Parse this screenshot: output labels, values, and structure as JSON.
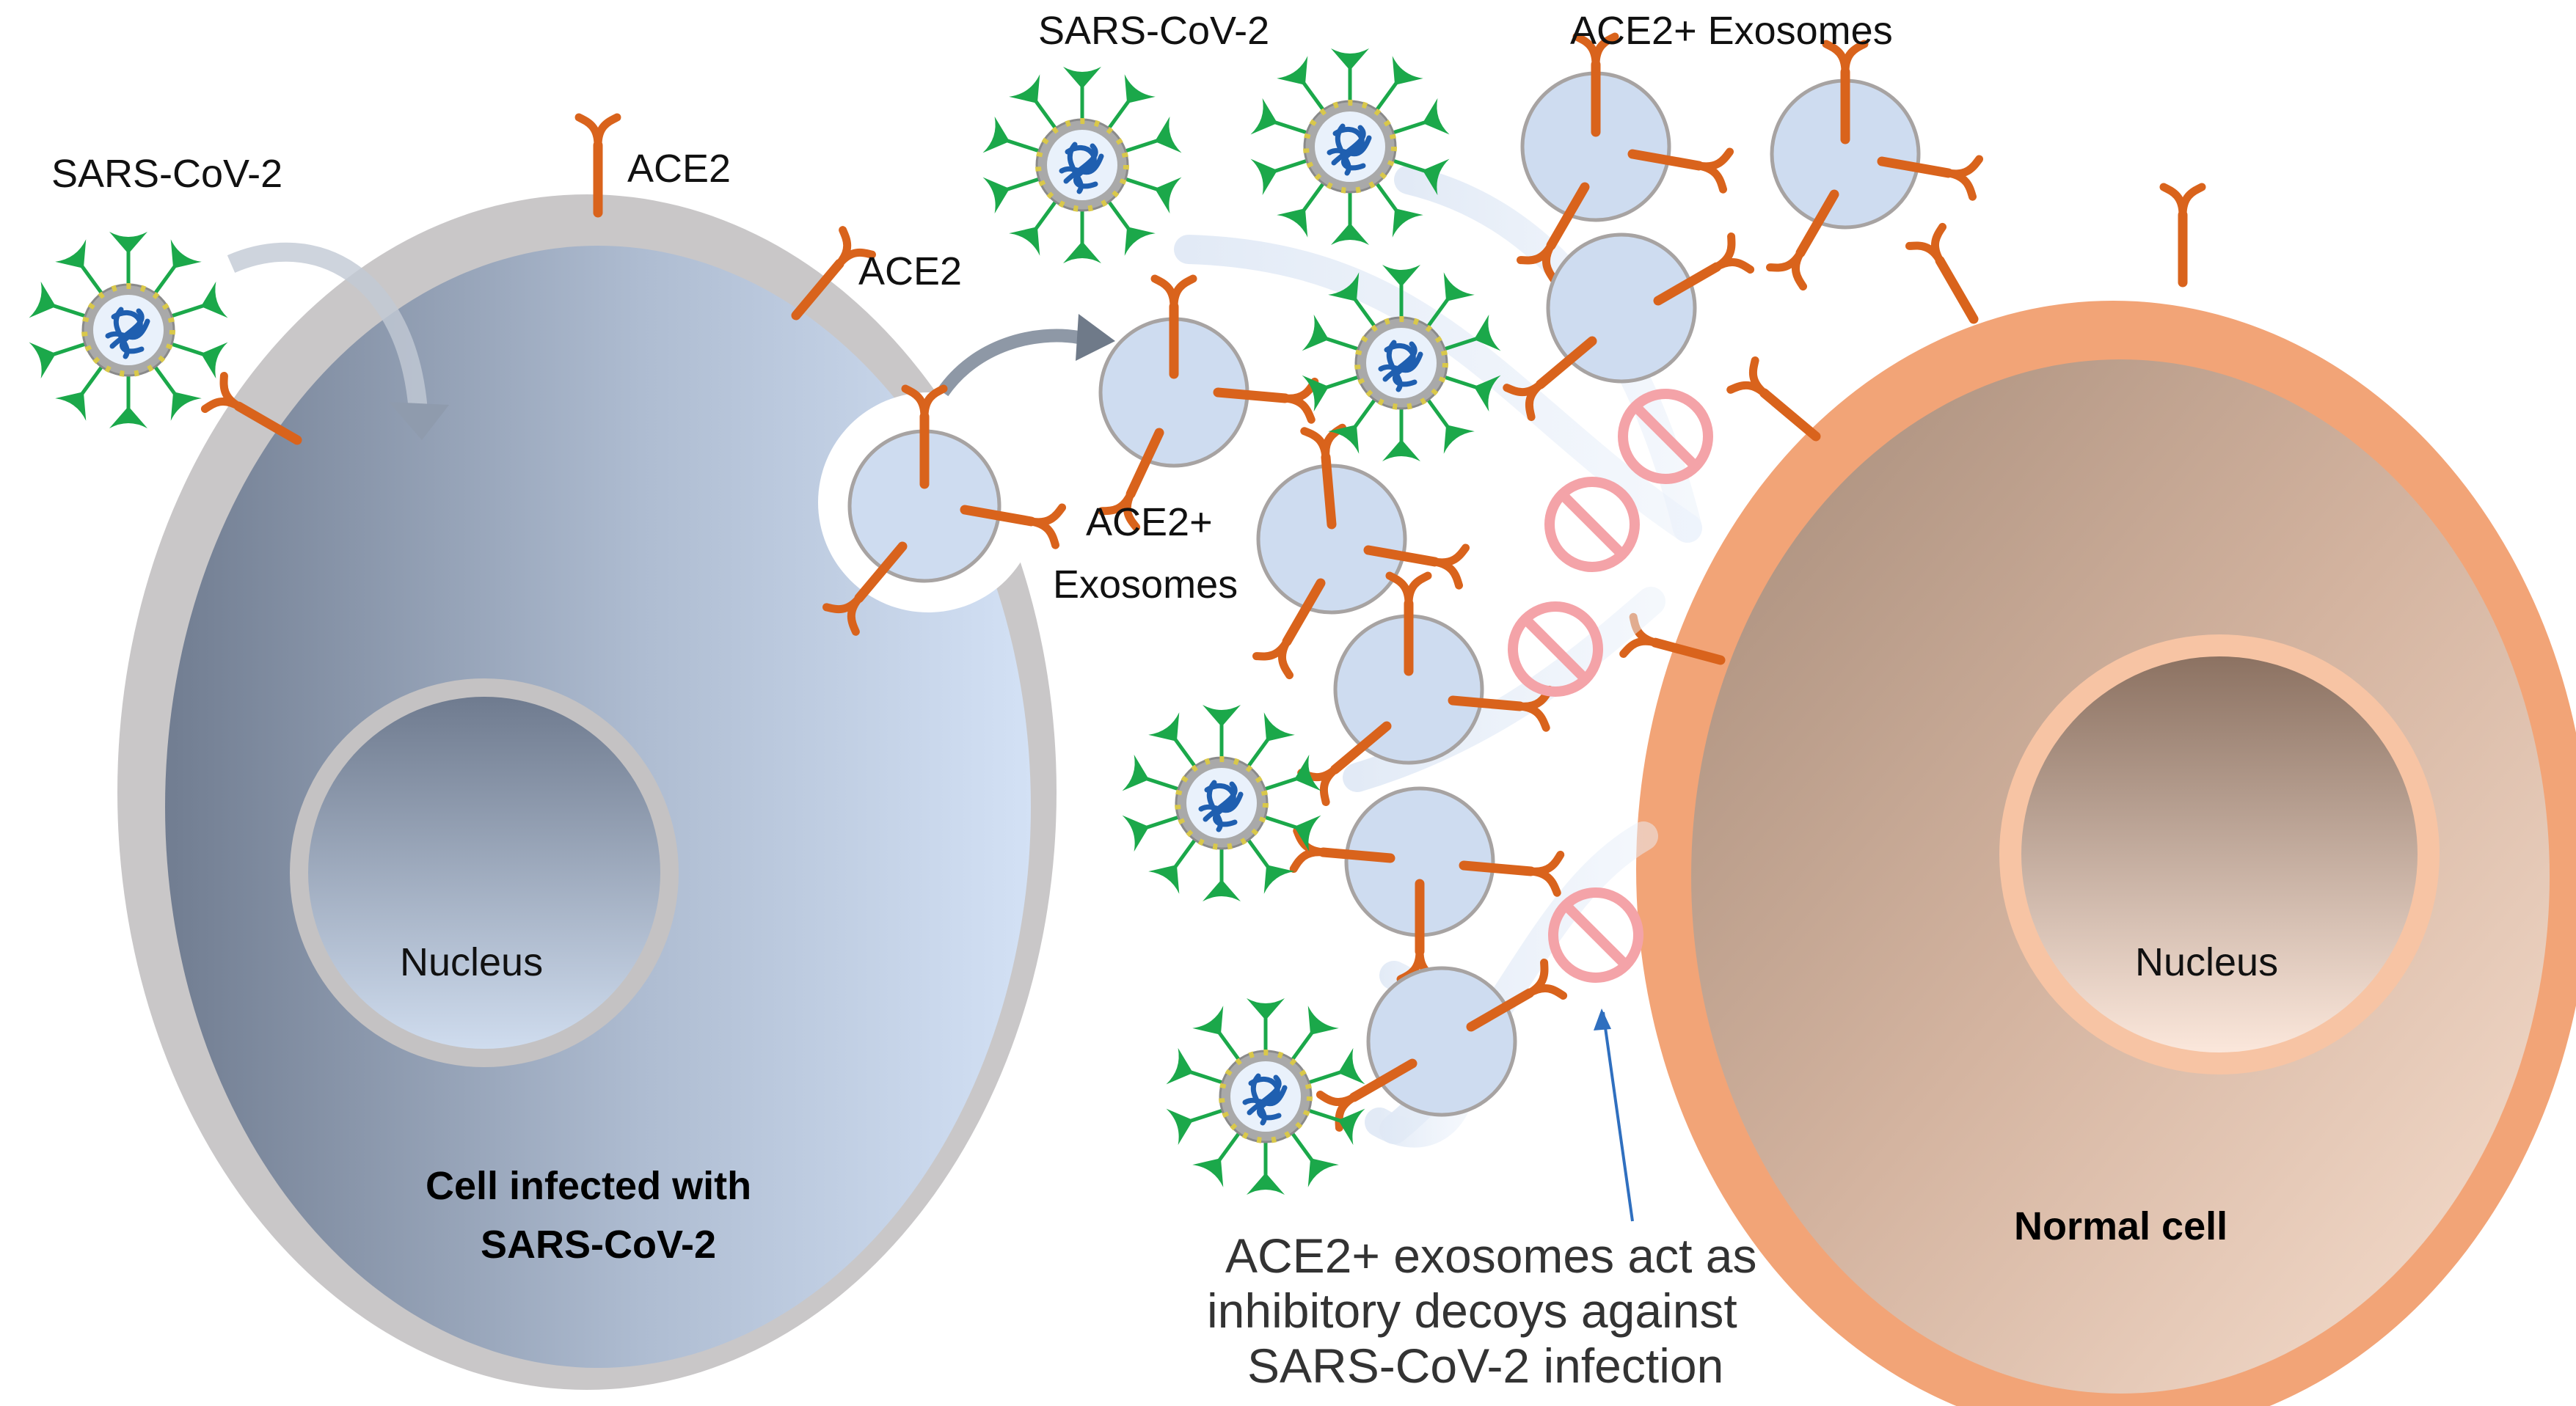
{
  "labels": {
    "virus_left": "SARS-CoV-2",
    "ace2_top": "ACE2",
    "ace2_side": "ACE2",
    "virus_top": "SARS-CoV-2",
    "exosomes_top": "ACE2+ Exosomes",
    "exosomes_mid_line1": "ACE2+",
    "exosomes_mid_line2": "Exosomes",
    "nucleus_left": "Nucleus",
    "nucleus_right": "Nucleus",
    "infected_cell_line1": "Cell infected with",
    "infected_cell_line2": "SARS-CoV-2",
    "normal_cell": "Normal cell",
    "caption_line1": "ACE2+ exosomes act as",
    "caption_line2": "inhibitory decoys against",
    "caption_line3": "SARS-CoV-2 infection"
  },
  "colors": {
    "infected_membrane": "#c9c7c8",
    "infected_cytoplasm_dark": "#717d91",
    "infected_cytoplasm_light": "#d3e1f5",
    "normal_membrane": "#f2a477",
    "normal_cytoplasm_dark": "#a98f7d",
    "normal_cytoplasm_light": "#f6dccb",
    "ace2_receptor": "#d9631c",
    "spike_protein": "#1ba84a",
    "viral_rna": "#1f5fb0",
    "exosome_fill": "#cedcf0",
    "inhibition_sign": "#f4a3a8",
    "caption_arrow": "#2f6fbf"
  },
  "icons": {
    "virus": "coronavirus-icon",
    "receptor": "ace2-receptor-icon",
    "exosome": "exosome-vesicle-icon",
    "block": "prohibition-icon"
  }
}
